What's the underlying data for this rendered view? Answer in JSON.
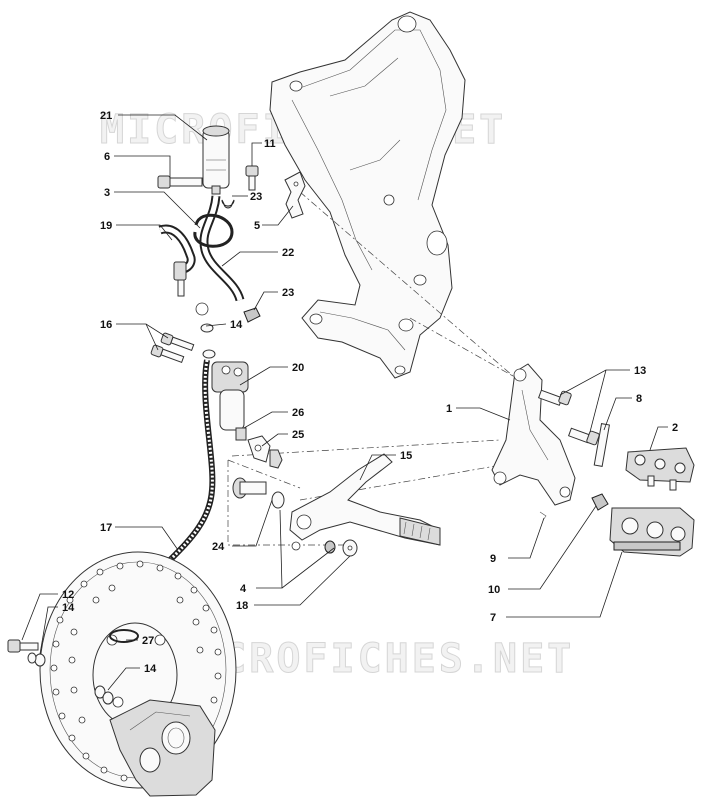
{
  "watermarks": [
    "MICROFICHES.NET",
    "MICROFICHES.NET"
  ],
  "callouts": {
    "c21": "21",
    "c6": "6",
    "c11": "11",
    "c3": "3",
    "c23a": "23",
    "c5": "5",
    "c19": "19",
    "c22": "22",
    "c23b": "23",
    "c16": "16",
    "c14a": "14",
    "c20": "20",
    "c26": "26",
    "c25": "25",
    "c15": "15",
    "c1": "1",
    "c13": "13",
    "c8": "8",
    "c2": "2",
    "c17": "17",
    "c24": "24",
    "c9": "9",
    "c4": "4",
    "c10": "10",
    "c18": "18",
    "c7": "7",
    "c12": "12",
    "c14b": "14",
    "c27": "27",
    "c14c": "14"
  }
}
